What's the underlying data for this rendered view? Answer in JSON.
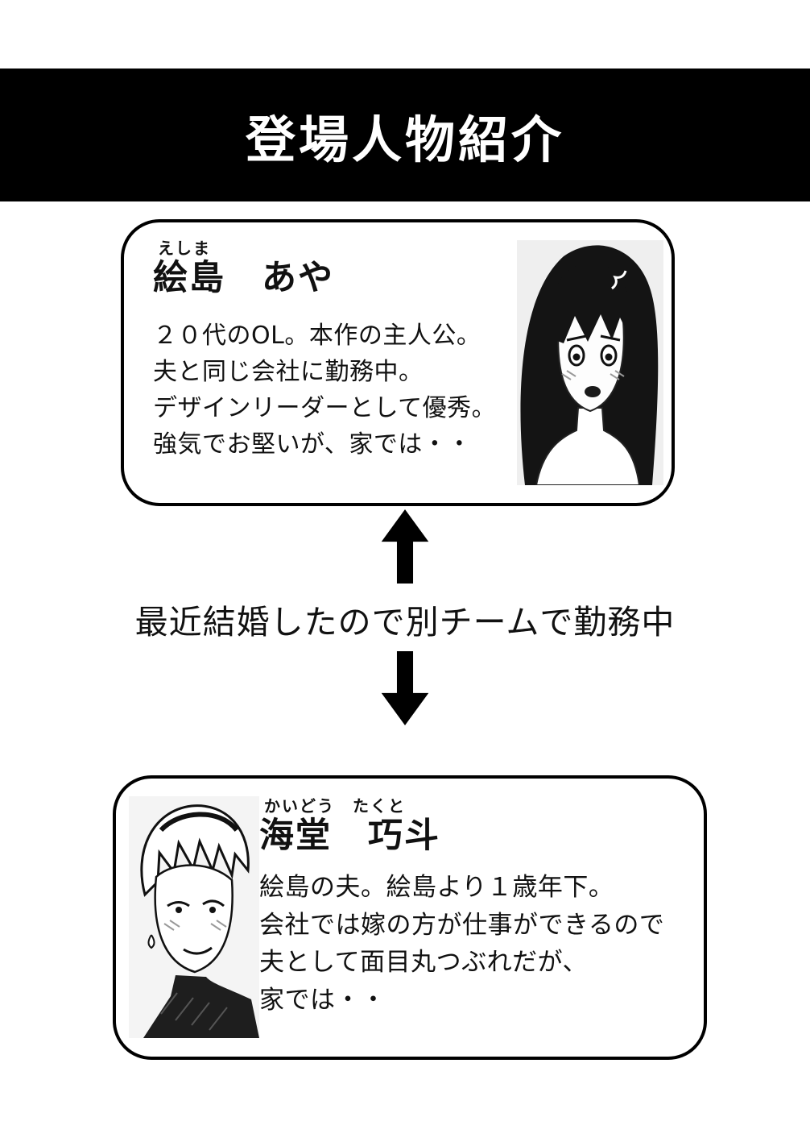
{
  "title": "登場人物紹介",
  "characters": [
    {
      "furigana": "えしま",
      "name": "絵島　あや",
      "portrait": "aya-portrait",
      "description": [
        "２０代のOL。本作の主人公。",
        "夫と同じ会社に勤務中。",
        "デザインリーダーとして優秀。",
        "強気でお堅いが、家では・・"
      ]
    },
    {
      "furigana": "かいどう　たくと",
      "name": "海堂　巧斗",
      "portrait": "takuto-portrait",
      "description": [
        "絵島の夫。絵島より１歳年下。",
        "会社では嫁の方が仕事ができるので",
        "夫として面目丸つぶれだが、",
        "家では・・"
      ]
    }
  ],
  "relationship": {
    "label": "最近結婚したので別チームで勤務中",
    "arrow_up_icon": "up-arrow",
    "arrow_down_icon": "down-arrow"
  },
  "colors": {
    "background": "#ffffff",
    "banner_bg": "#000000",
    "banner_text": "#ffffff",
    "card_border": "#000000",
    "text": "#111111"
  }
}
